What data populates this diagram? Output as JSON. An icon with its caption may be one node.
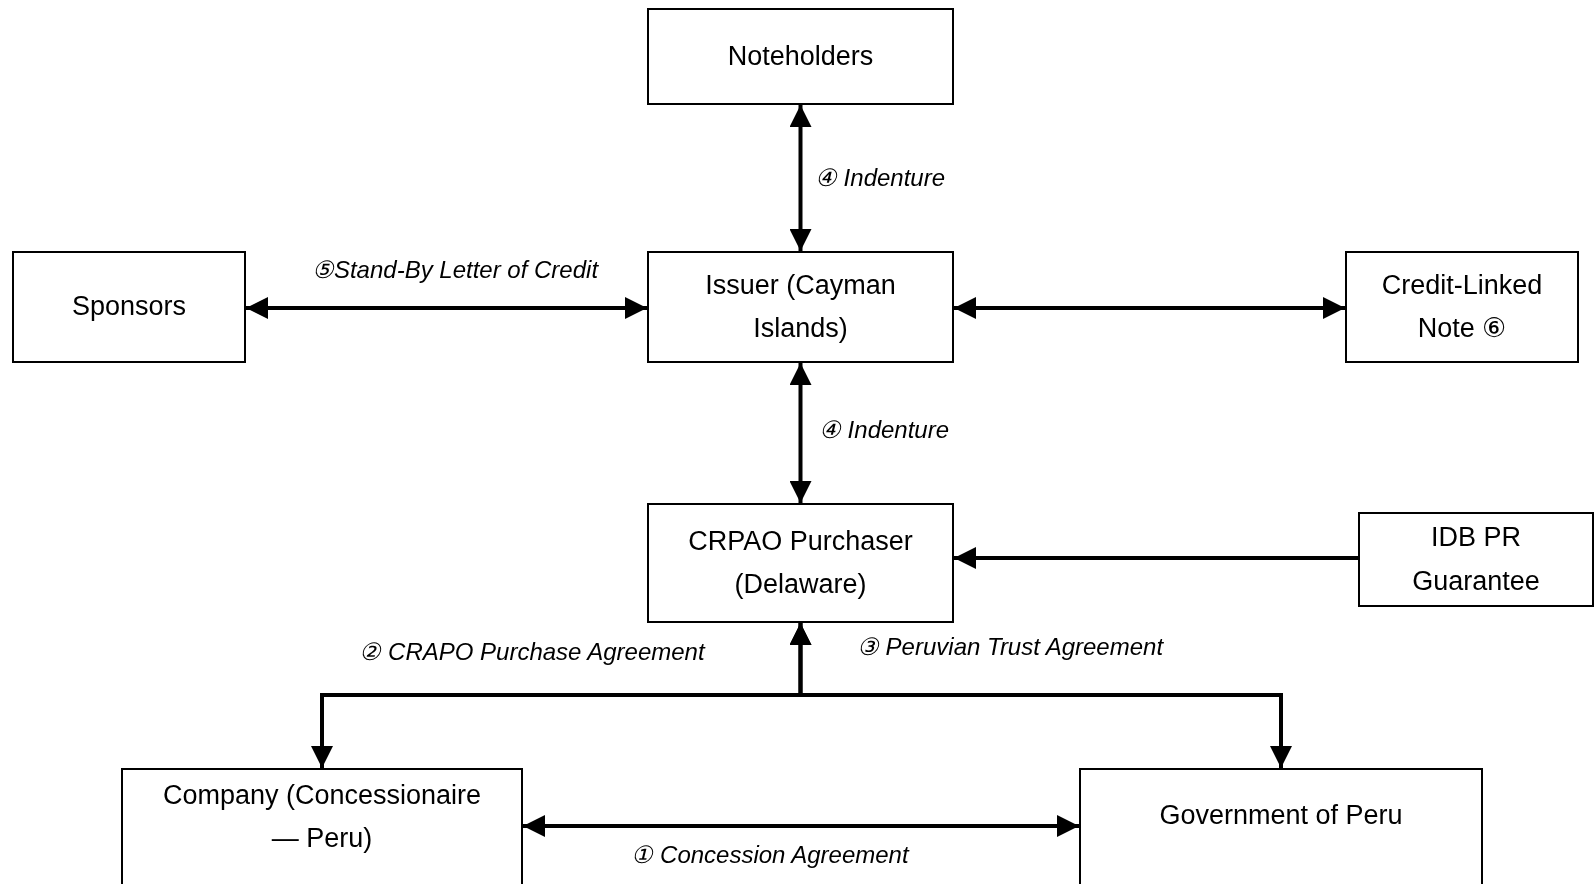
{
  "diagram": {
    "nodes": [
      {
        "text": [
          "Noteholders"
        ]
      },
      {
        "text": [
          "Sponsors"
        ]
      },
      {
        "text": [
          "Issuer (Cayman Islands)"
        ]
      },
      {
        "text": [
          "Credit-Linked Note ⑥"
        ]
      },
      {
        "text": [
          "CRPAO Purchaser (Delaware)"
        ]
      },
      {
        "text": [
          "IDB PR Guarantee"
        ]
      },
      {
        "text": [
          "Company (Concessionaire — Peru)"
        ]
      },
      {
        "text": [
          "Government of Peru"
        ]
      }
    ],
    "edges": [
      {
        "from": 0,
        "to": 2,
        "arrow": "both",
        "label": "④ Indenture"
      },
      {
        "from": 1,
        "to": 2,
        "arrow": "both",
        "label": "⑤Stand-By Letter of Credit"
      },
      {
        "from": 2,
        "to": 3,
        "arrow": "both"
      },
      {
        "from": 2,
        "to": 4,
        "arrow": "both",
        "label": "④ Indenture"
      },
      {
        "from": 5,
        "to": 4,
        "arrow": "to"
      },
      {
        "from": 4,
        "to": 6,
        "arrow": "both",
        "label": "② CRAPO Purchase Agreement"
      },
      {
        "from": 4,
        "to": 7,
        "arrow": "both",
        "label": "③ Peruvian Trust Agreement"
      },
      {
        "from": 6,
        "to": 7,
        "arrow": "both",
        "label": "① Concession Agreement"
      }
    ]
  }
}
